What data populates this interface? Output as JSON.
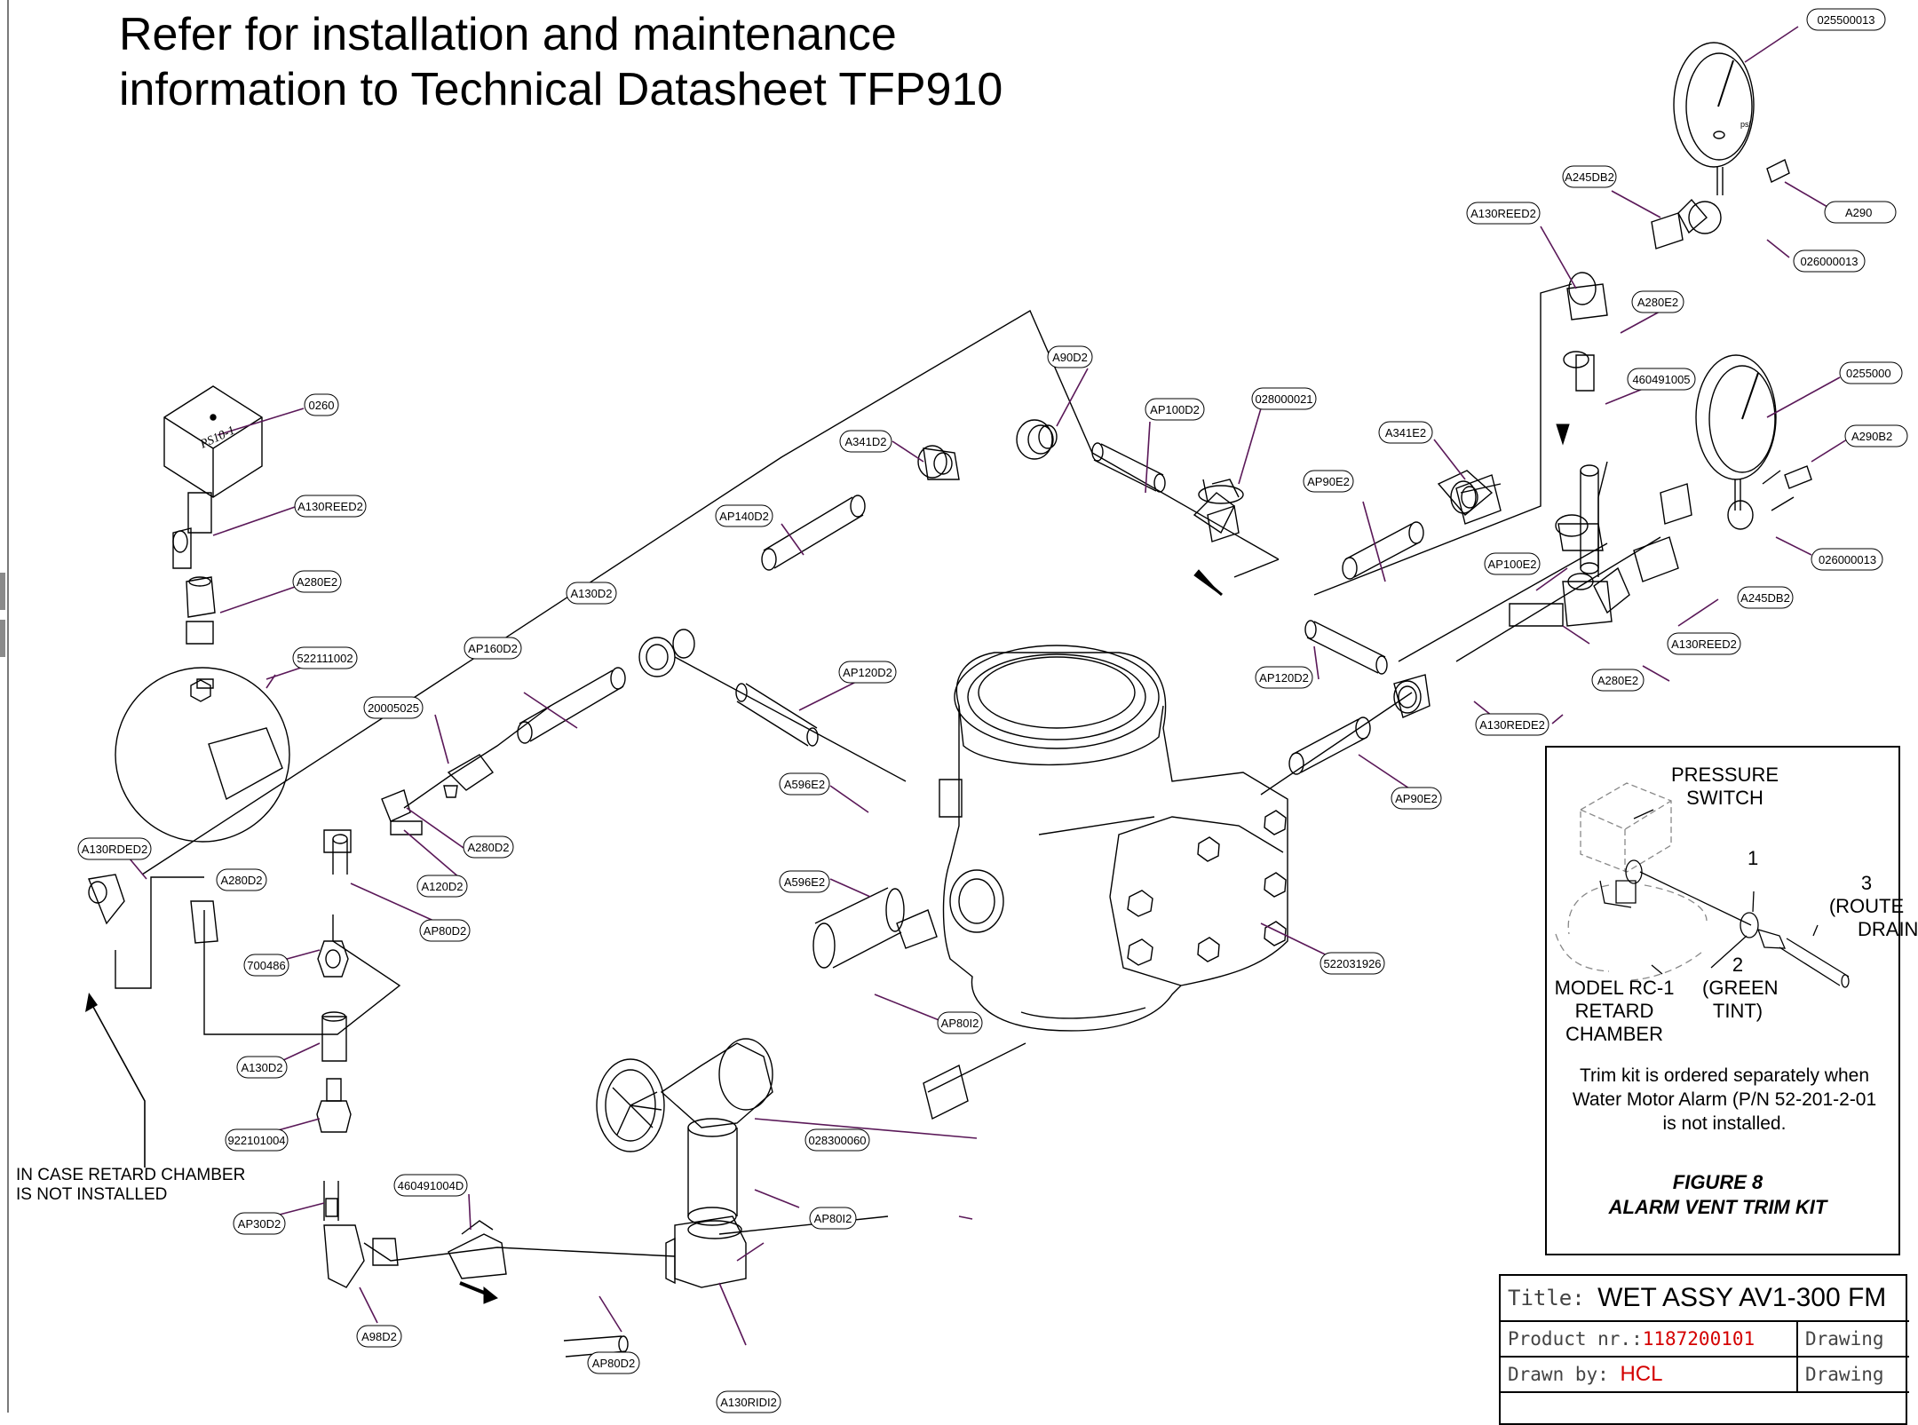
{
  "heading": {
    "line1": "Refer for installation and maintenance",
    "line2": "information to Technical Datasheet TFP910"
  },
  "notes": {
    "retard_line1": "IN CASE RETARD CHAMBER",
    "retard_line2": "IS NOT INSTALLED"
  },
  "part_tags": [
    "025500013",
    "A245DB2",
    "A290",
    "A130REED2",
    "026000013",
    "A280E2",
    "460491005",
    "0255000",
    "A290B2",
    "A90D2",
    "028000021",
    "AP100D2",
    "A341E2",
    "AP90E2",
    "A341D2",
    "0260",
    "AP140D2",
    "A130REED2",
    "AP100E2",
    "026000013",
    "A245DB2",
    "A130D2",
    "A130REED2",
    "A280E2",
    "AP160D2",
    "AP120D2",
    "AP120D2",
    "A280E2",
    "522111002",
    "20005025",
    "A130REDE2",
    "A596E2",
    "AP90E2",
    "A130RDED2",
    "A280D2",
    "A120D2",
    "A280D2",
    "A596E2",
    "AP80D2",
    "700486",
    "522031926",
    "AP80I2",
    "A130D2",
    "922101004",
    "028300060",
    "460491004D",
    "AP80I2",
    "AP30D2",
    "A98D2",
    "AP80D2",
    "A130RIDI2"
  ],
  "figure8": {
    "pressure_switch_1": "PRESSURE",
    "pressure_switch_2": "SWITCH",
    "num_1": "1",
    "num_2": "2",
    "num_3": "3",
    "route_1": "(ROUTE",
    "route_2": "DRAIN",
    "green_1": "(GREEN",
    "green_2": "TINT)",
    "model_1": "MODEL RC-1",
    "model_2": "RETARD",
    "model_3": "CHAMBER",
    "trim_1": "Trim kit is ordered separately when",
    "trim_2": "Water Motor Alarm (P/N 52-201-2-01",
    "trim_3": "is not installed.",
    "caption_1": "FIGURE 8",
    "caption_2": "ALARM VENT TRIM KIT"
  },
  "title_block": {
    "title_label": "Title:",
    "title_value": "WET ASSY AV1-300 FM",
    "product_label": "Product nr.:",
    "product_value": "1187200101",
    "drawing_label_1": "Drawing",
    "drawn_label": "Drawn by:",
    "drawn_value": "HCL",
    "drawing_label_2": "Drawing"
  },
  "colors": {
    "leader": "#5a1858",
    "line": "#000000",
    "red_text": "#d40000",
    "frame": "#7a7a7a"
  },
  "icons": [
    "pressure-gauge-icon",
    "pressure-switch-icon",
    "retard-chamber-icon",
    "valve-handwheel-icon",
    "flow-arrow-icon"
  ]
}
